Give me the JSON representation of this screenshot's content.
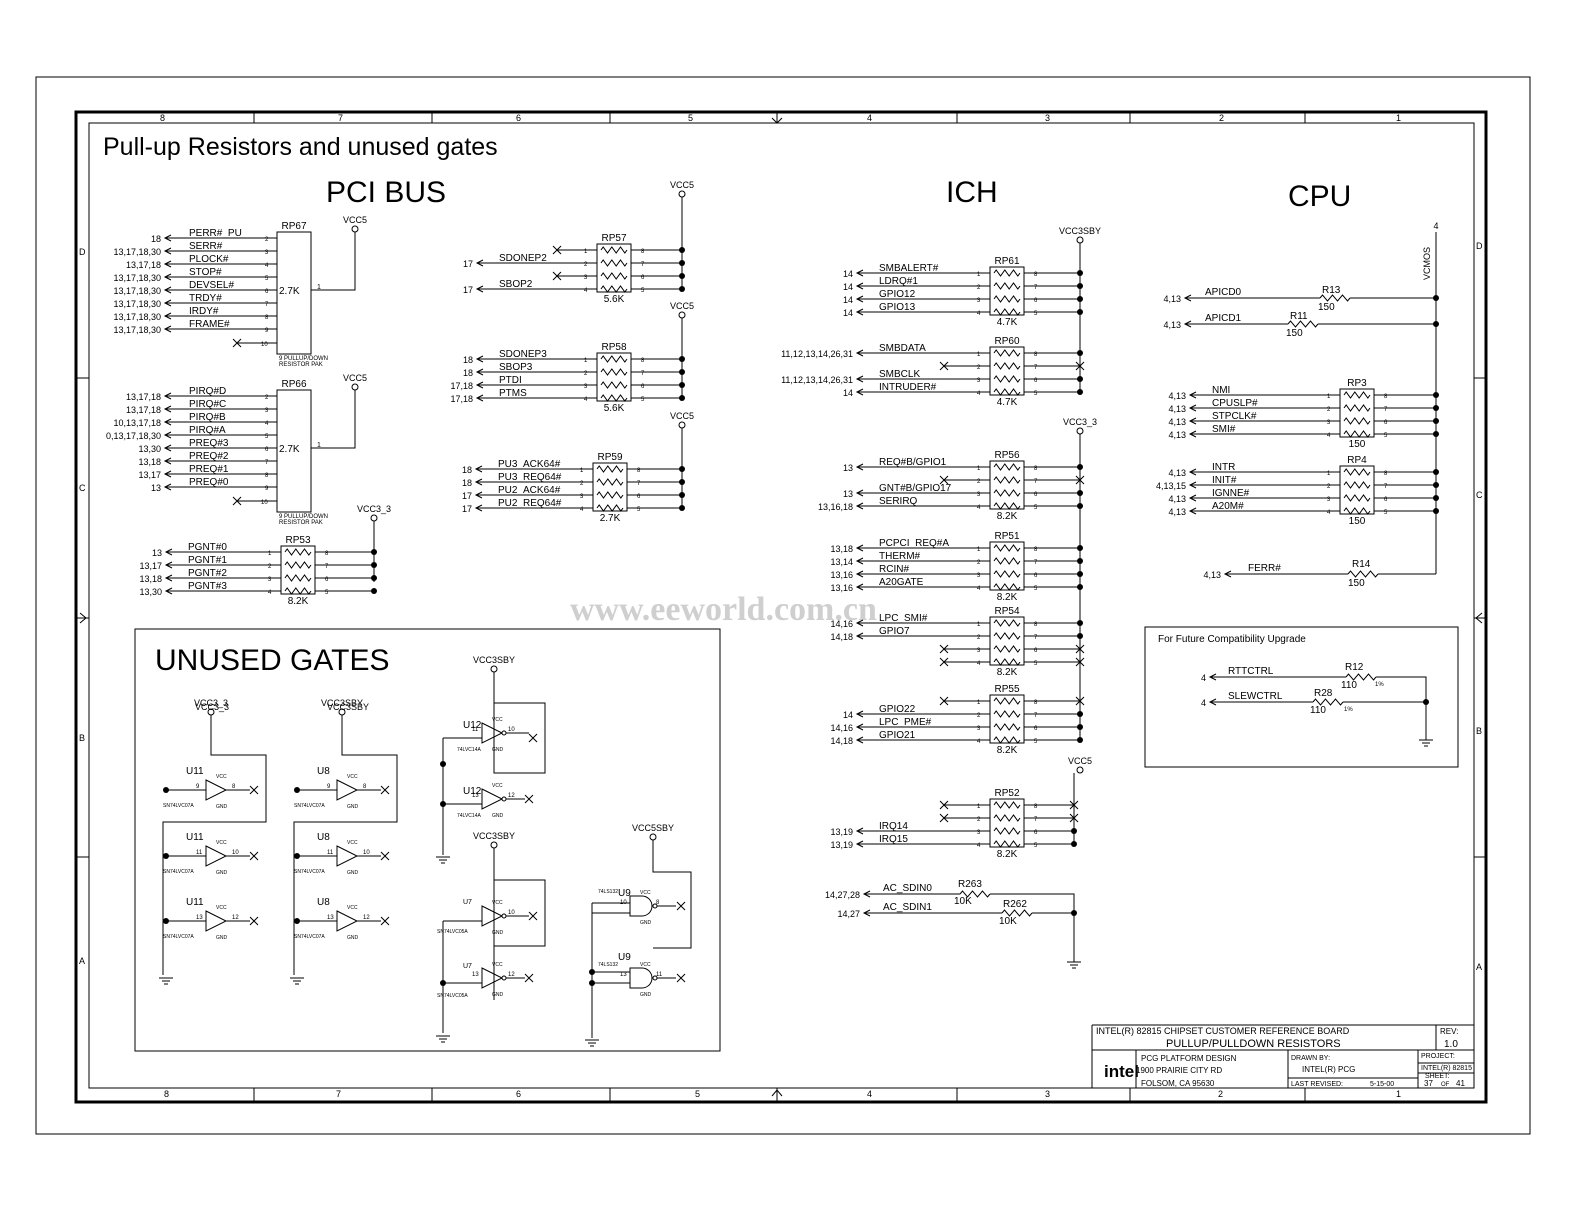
{
  "title": "Pull-up Resistors and unused gates",
  "sections": {
    "pci": "PCI BUS",
    "ich": "ICH",
    "cpu": "CPU",
    "unused": "UNUSED GATES",
    "future": "For Future Compatibility Upgrade"
  },
  "watermark": "www.eeworld.com.cn",
  "border": {
    "cols_top": [
      "8",
      "7",
      "6",
      "5",
      "4",
      "3",
      "2",
      "1"
    ],
    "cols_bottom": [
      "8",
      "7",
      "6",
      "5",
      "4",
      "3",
      "2",
      "1"
    ],
    "rows_left": [
      "D",
      "C",
      "B",
      "A"
    ],
    "rows_right": [
      "D",
      "C",
      "B",
      "A"
    ]
  },
  "power": {
    "vcc5": "VCC5",
    "vcc3_3": "VCC3_3",
    "vcc3sby": "VCC3SBY",
    "vcc5sby": "VCC5SBY",
    "vcmos": "VCMOS",
    "vcmos_ref": "4"
  },
  "packs": [
    {
      "ref": "RP67",
      "value": "2.7K",
      "common_pin": "1",
      "nc_pin": "10",
      "note": [
        "9 PULLUP/DOWN",
        "RESISTOR PAK"
      ],
      "pins": [
        "2",
        "3",
        "4",
        "5",
        "6",
        "7",
        "8",
        "9"
      ],
      "nets": [
        "PERR#_PU",
        "SERR#",
        "PLOCK#",
        "STOP#",
        "DEVSEL#",
        "TRDY#",
        "IRDY#",
        "FRAME#"
      ],
      "refs": [
        "18",
        "13,17,18,30",
        "13,17,18",
        "13,17,18,30",
        "13,17,18,30",
        "13,17,18,30",
        "13,17,18,30",
        "13,17,18,30"
      ]
    },
    {
      "ref": "RP66",
      "value": "2.7K",
      "common_pin": "1",
      "nc_pin": "10",
      "note": [
        "9 PULLUP/DOWN",
        "RESISTOR PAK"
      ],
      "pins": [
        "2",
        "3",
        "4",
        "5",
        "6",
        "7",
        "8",
        "9"
      ],
      "nets": [
        "PIRQ#D",
        "PIRQ#C",
        "PIRQ#B",
        "PIRQ#A",
        "PREQ#3",
        "PREQ#2",
        "PREQ#1",
        "PREQ#0"
      ],
      "refs": [
        "13,17,18",
        "13,17,18",
        "10,13,17,18",
        "0,13,17,18,30",
        "13,30",
        "13,18",
        "13,17",
        "13"
      ]
    },
    {
      "ref": "RP53",
      "value": "8.2K",
      "pins_l": [
        "1",
        "2",
        "3",
        "4"
      ],
      "pins_r": [
        "8",
        "7",
        "6",
        "5"
      ],
      "nets": [
        "PGNT#0",
        "PGNT#1",
        "PGNT#2",
        "PGNT#3"
      ],
      "refs": [
        "13",
        "13,17",
        "13,18",
        "13,30"
      ]
    },
    {
      "ref": "RP57",
      "value": "5.6K",
      "pins_l": [
        "1",
        "2",
        "3",
        "4"
      ],
      "pins_r": [
        "8",
        "7",
        "6",
        "5"
      ],
      "nets": [
        "",
        "SDONEP2",
        "",
        "SBOP2"
      ],
      "refs": [
        "",
        "17",
        "",
        "17"
      ]
    },
    {
      "ref": "RP58",
      "value": "5.6K",
      "pins_l": [
        "1",
        "2",
        "3",
        "4"
      ],
      "pins_r": [
        "8",
        "7",
        "6",
        "5"
      ],
      "nets": [
        "SDONEP3",
        "SBOP3",
        "PTDI",
        "PTMS"
      ],
      "refs": [
        "18",
        "18",
        "17,18",
        "17,18"
      ]
    },
    {
      "ref": "RP59",
      "value": "2.7K",
      "pins_l": [
        "1",
        "2",
        "3",
        "4"
      ],
      "pins_r": [
        "8",
        "7",
        "6",
        "5"
      ],
      "nets": [
        "PU3_ACK64#",
        "PU3_REQ64#",
        "PU2_ACK64#",
        "PU2_REQ64#"
      ],
      "refs": [
        "18",
        "18",
        "17",
        "17"
      ]
    },
    {
      "ref": "RP61",
      "value": "4.7K",
      "pins_l": [
        "1",
        "2",
        "3",
        "4"
      ],
      "pins_r": [
        "8",
        "7",
        "6",
        "5"
      ],
      "nets": [
        "SMBALERT#",
        "LDRQ#1",
        "GPIO12",
        "GPIO13"
      ],
      "refs": [
        "14",
        "14",
        "14",
        "14"
      ]
    },
    {
      "ref": "RP60",
      "value": "4.7K",
      "pins_l": [
        "1",
        "2",
        "3",
        "4"
      ],
      "pins_r": [
        "8",
        "7",
        "6",
        "5"
      ],
      "nets": [
        "SMBDATA",
        "",
        "SMBCLK",
        "INTRUDER#"
      ],
      "refs": [
        "11,12,13,14,26,31",
        "",
        "11,12,13,14,26,31",
        "14"
      ]
    },
    {
      "ref": "RP56",
      "value": "8.2K",
      "pins_l": [
        "1",
        "2",
        "3",
        "4"
      ],
      "pins_r": [
        "8",
        "7",
        "6",
        "5"
      ],
      "nets": [
        "REQ#B/GPIO1",
        "",
        "GNT#B/GPIO17",
        "SERIRQ"
      ],
      "refs": [
        "13",
        "",
        "13",
        "13,16,18"
      ]
    },
    {
      "ref": "RP51",
      "value": "8.2K",
      "pins_l": [
        "1",
        "2",
        "3",
        "4"
      ],
      "pins_r": [
        "8",
        "7",
        "6",
        "5"
      ],
      "nets": [
        "PCPCI_REQ#A",
        "THERM#",
        "RCIN#",
        "A20GATE"
      ],
      "refs": [
        "13,18",
        "13,14",
        "13,16",
        "13,16"
      ]
    },
    {
      "ref": "RP54",
      "value": "8.2K",
      "pins_l": [
        "1",
        "2",
        "3",
        "4"
      ],
      "pins_r": [
        "8",
        "7",
        "6",
        "5"
      ],
      "nets": [
        "LPC_SMI#",
        "GPIO7",
        "",
        ""
      ],
      "refs": [
        "14,16",
        "14,18",
        "",
        ""
      ]
    },
    {
      "ref": "RP55",
      "value": "8.2K",
      "pins_l": [
        "1",
        "2",
        "3",
        "4"
      ],
      "pins_r": [
        "8",
        "7",
        "6",
        "5"
      ],
      "nets": [
        "",
        "GPIO22",
        "LPC_PME#",
        "GPIO21"
      ],
      "refs": [
        "",
        "14",
        "14,16",
        "14,18"
      ]
    },
    {
      "ref": "RP52",
      "value": "8.2K",
      "pins_l": [
        "1",
        "2",
        "3",
        "4"
      ],
      "pins_r": [
        "8",
        "7",
        "6",
        "5"
      ],
      "nets": [
        "",
        "",
        "IRQ14",
        "IRQ15"
      ],
      "refs": [
        "",
        "",
        "13,19",
        "13,19"
      ]
    },
    {
      "ref": "RP3",
      "value": "150",
      "pins_l": [
        "1",
        "2",
        "3",
        "4"
      ],
      "pins_r": [
        "8",
        "7",
        "6",
        "5"
      ],
      "nets": [
        "NMI",
        "CPUSLP#",
        "STPCLK#",
        "SMI#"
      ],
      "refs": [
        "4,13",
        "4,13",
        "4,13",
        "4,13"
      ]
    },
    {
      "ref": "RP4",
      "value": "150",
      "pins_l": [
        "1",
        "2",
        "3",
        "4"
      ],
      "pins_r": [
        "8",
        "7",
        "6",
        "5"
      ],
      "nets": [
        "INTR",
        "INIT#",
        "IGNNE#",
        "A20M#"
      ],
      "refs": [
        "4,13",
        "4,13,15",
        "4,13",
        "4,13"
      ]
    }
  ],
  "resistors": [
    {
      "ref": "R13",
      "value": "150",
      "net": "APICD0",
      "sheets": "4,13"
    },
    {
      "ref": "R11",
      "value": "150",
      "net": "APICD1",
      "sheets": "4,13"
    },
    {
      "ref": "R14",
      "value": "150",
      "net": "FERR#",
      "sheets": "4,13"
    },
    {
      "ref": "R263",
      "value": "10K",
      "net": "AC_SDIN0",
      "sheets": "14,27,28"
    },
    {
      "ref": "R262",
      "value": "10K",
      "net": "AC_SDIN1",
      "sheets": "14,27"
    },
    {
      "ref": "R12",
      "value": "110",
      "tol": "1%",
      "net": "RTTCTRL",
      "sheets": "4"
    },
    {
      "ref": "R28",
      "value": "110",
      "tol": "1%",
      "net": "SLEWCTRL",
      "sheets": "4"
    }
  ],
  "gates": {
    "u11": {
      "ref": "U11",
      "part": "SN74LVC07A"
    },
    "u8": {
      "ref": "U8",
      "part": "SN74LVC07A"
    },
    "u12": {
      "ref": "U12",
      "part": "74LVC14A"
    },
    "u7": {
      "ref": "U7",
      "part": "SN74LVC05A"
    },
    "u9": {
      "ref": "U9",
      "part": "74LS132"
    },
    "vcc": "VCC",
    "gnd": "GND"
  },
  "title_block": {
    "board": "INTEL(R) 82815 CHIPSET CUSTOMER REFERENCE BOARD",
    "sheet_title": "PULLUP/PULLDOWN RESISTORS",
    "rev_label": "REV:",
    "rev": "1.0",
    "logo": "intel",
    "company": [
      "PCG PLATFORM DESIGN",
      "1900 PRAIRIE CITY RD",
      "FOLSOM, CA 95630"
    ],
    "drawn_by_label": "DRAWN BY:",
    "drawn_by": "INTEL(R) PCG",
    "last_revised_label": "LAST REVISED:",
    "last_revised": "5-15-00",
    "project_label": "PROJECT:",
    "project": "INTEL(R) 82815",
    "sheet_label": "SHEET:",
    "sheet": "37",
    "of": "OF",
    "total": "41"
  }
}
